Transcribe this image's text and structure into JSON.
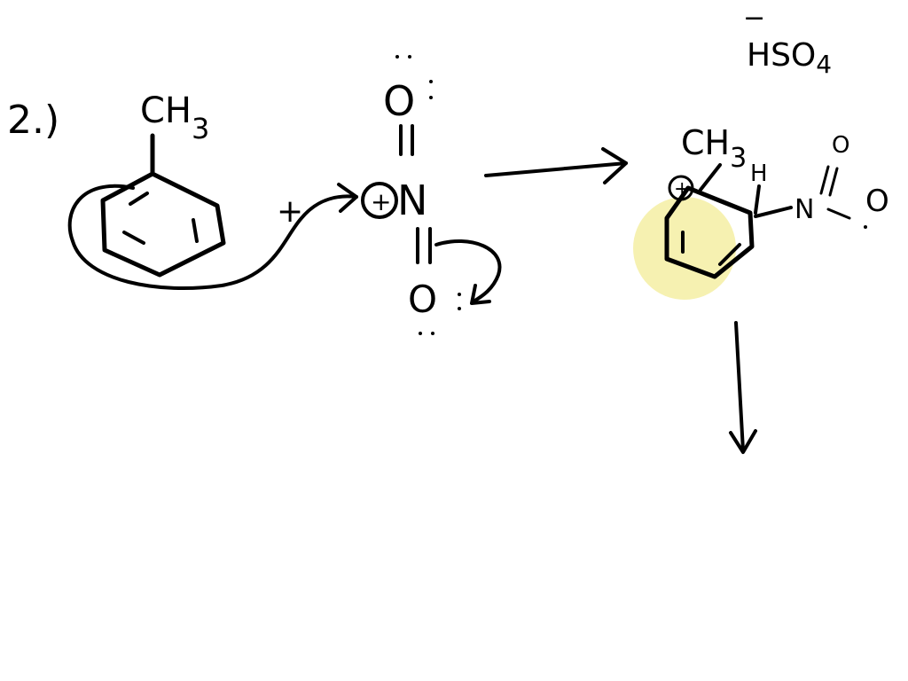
{
  "step_label": "2.)",
  "reactant": {
    "substituent": "CH",
    "substituent_subscript": "3",
    "plus_sign": "+"
  },
  "nitronium": {
    "top_atom": "O",
    "center_atom": "N",
    "bottom_atom": "O",
    "charge": "+"
  },
  "intermediate": {
    "substituent": "CH",
    "substituent_subscript": "3",
    "ring_charge": "+",
    "hydrogen": "H",
    "nitrogen": "N",
    "oxygen_top": "O",
    "oxygen_right": "O"
  },
  "counter_ion": {
    "charge": "−",
    "formula": "HSO",
    "subscript": "4"
  },
  "colors": {
    "ink": "#000000",
    "highlight": "#f5f0a8",
    "background": "#ffffff"
  }
}
